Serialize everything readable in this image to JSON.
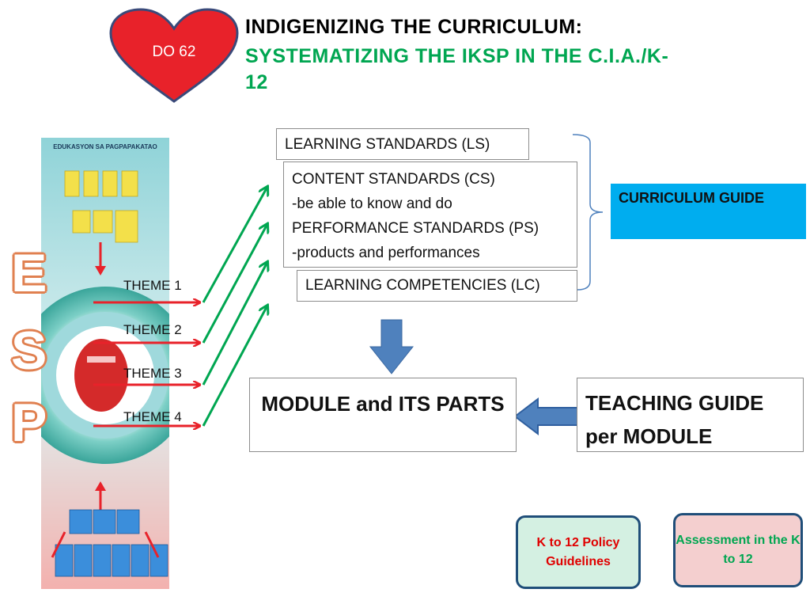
{
  "badge": {
    "label": "DO 62",
    "color": "#e8222a"
  },
  "title": {
    "line1": "INDIGENIZING THE CURRICULUM:",
    "line2": "SYSTEMATIZING THE IKSP IN THE C.I.A./K-12"
  },
  "standards": {
    "learning_standards": "LEARNING STANDARDS (LS)",
    "content_lines": [
      "CONTENT STANDARDS (CS)",
      "-be able to know and do",
      "PERFORMANCE STANDARDS (PS)",
      "-products and performances"
    ],
    "learning_competencies": "LEARNING COMPETENCIES (LC)"
  },
  "curriculum_guide": "CURRICULUM GUIDE",
  "themes": [
    "THEME 1",
    "THEME 2",
    "THEME 3",
    "THEME 4"
  ],
  "esp_letters": [
    "E",
    "S",
    "P"
  ],
  "esp_poster": {
    "heading": "EDUKASYON SA PAGPAPAKATAO"
  },
  "module": "MODULE and ITS PARTS",
  "teaching_guide": "TEACHING GUIDE per MODULE",
  "buttons": {
    "policy": "K to 12 Policy Guidelines",
    "assessment": "Assessment in the K to 12"
  },
  "colors": {
    "title_black": "#000000",
    "title_green": "#00a651",
    "curriculum_guide_bg": "#00adef",
    "red_arrow": "#e8222a",
    "green_arrow": "#00a651",
    "blue_arrow": "#4f81bd"
  }
}
